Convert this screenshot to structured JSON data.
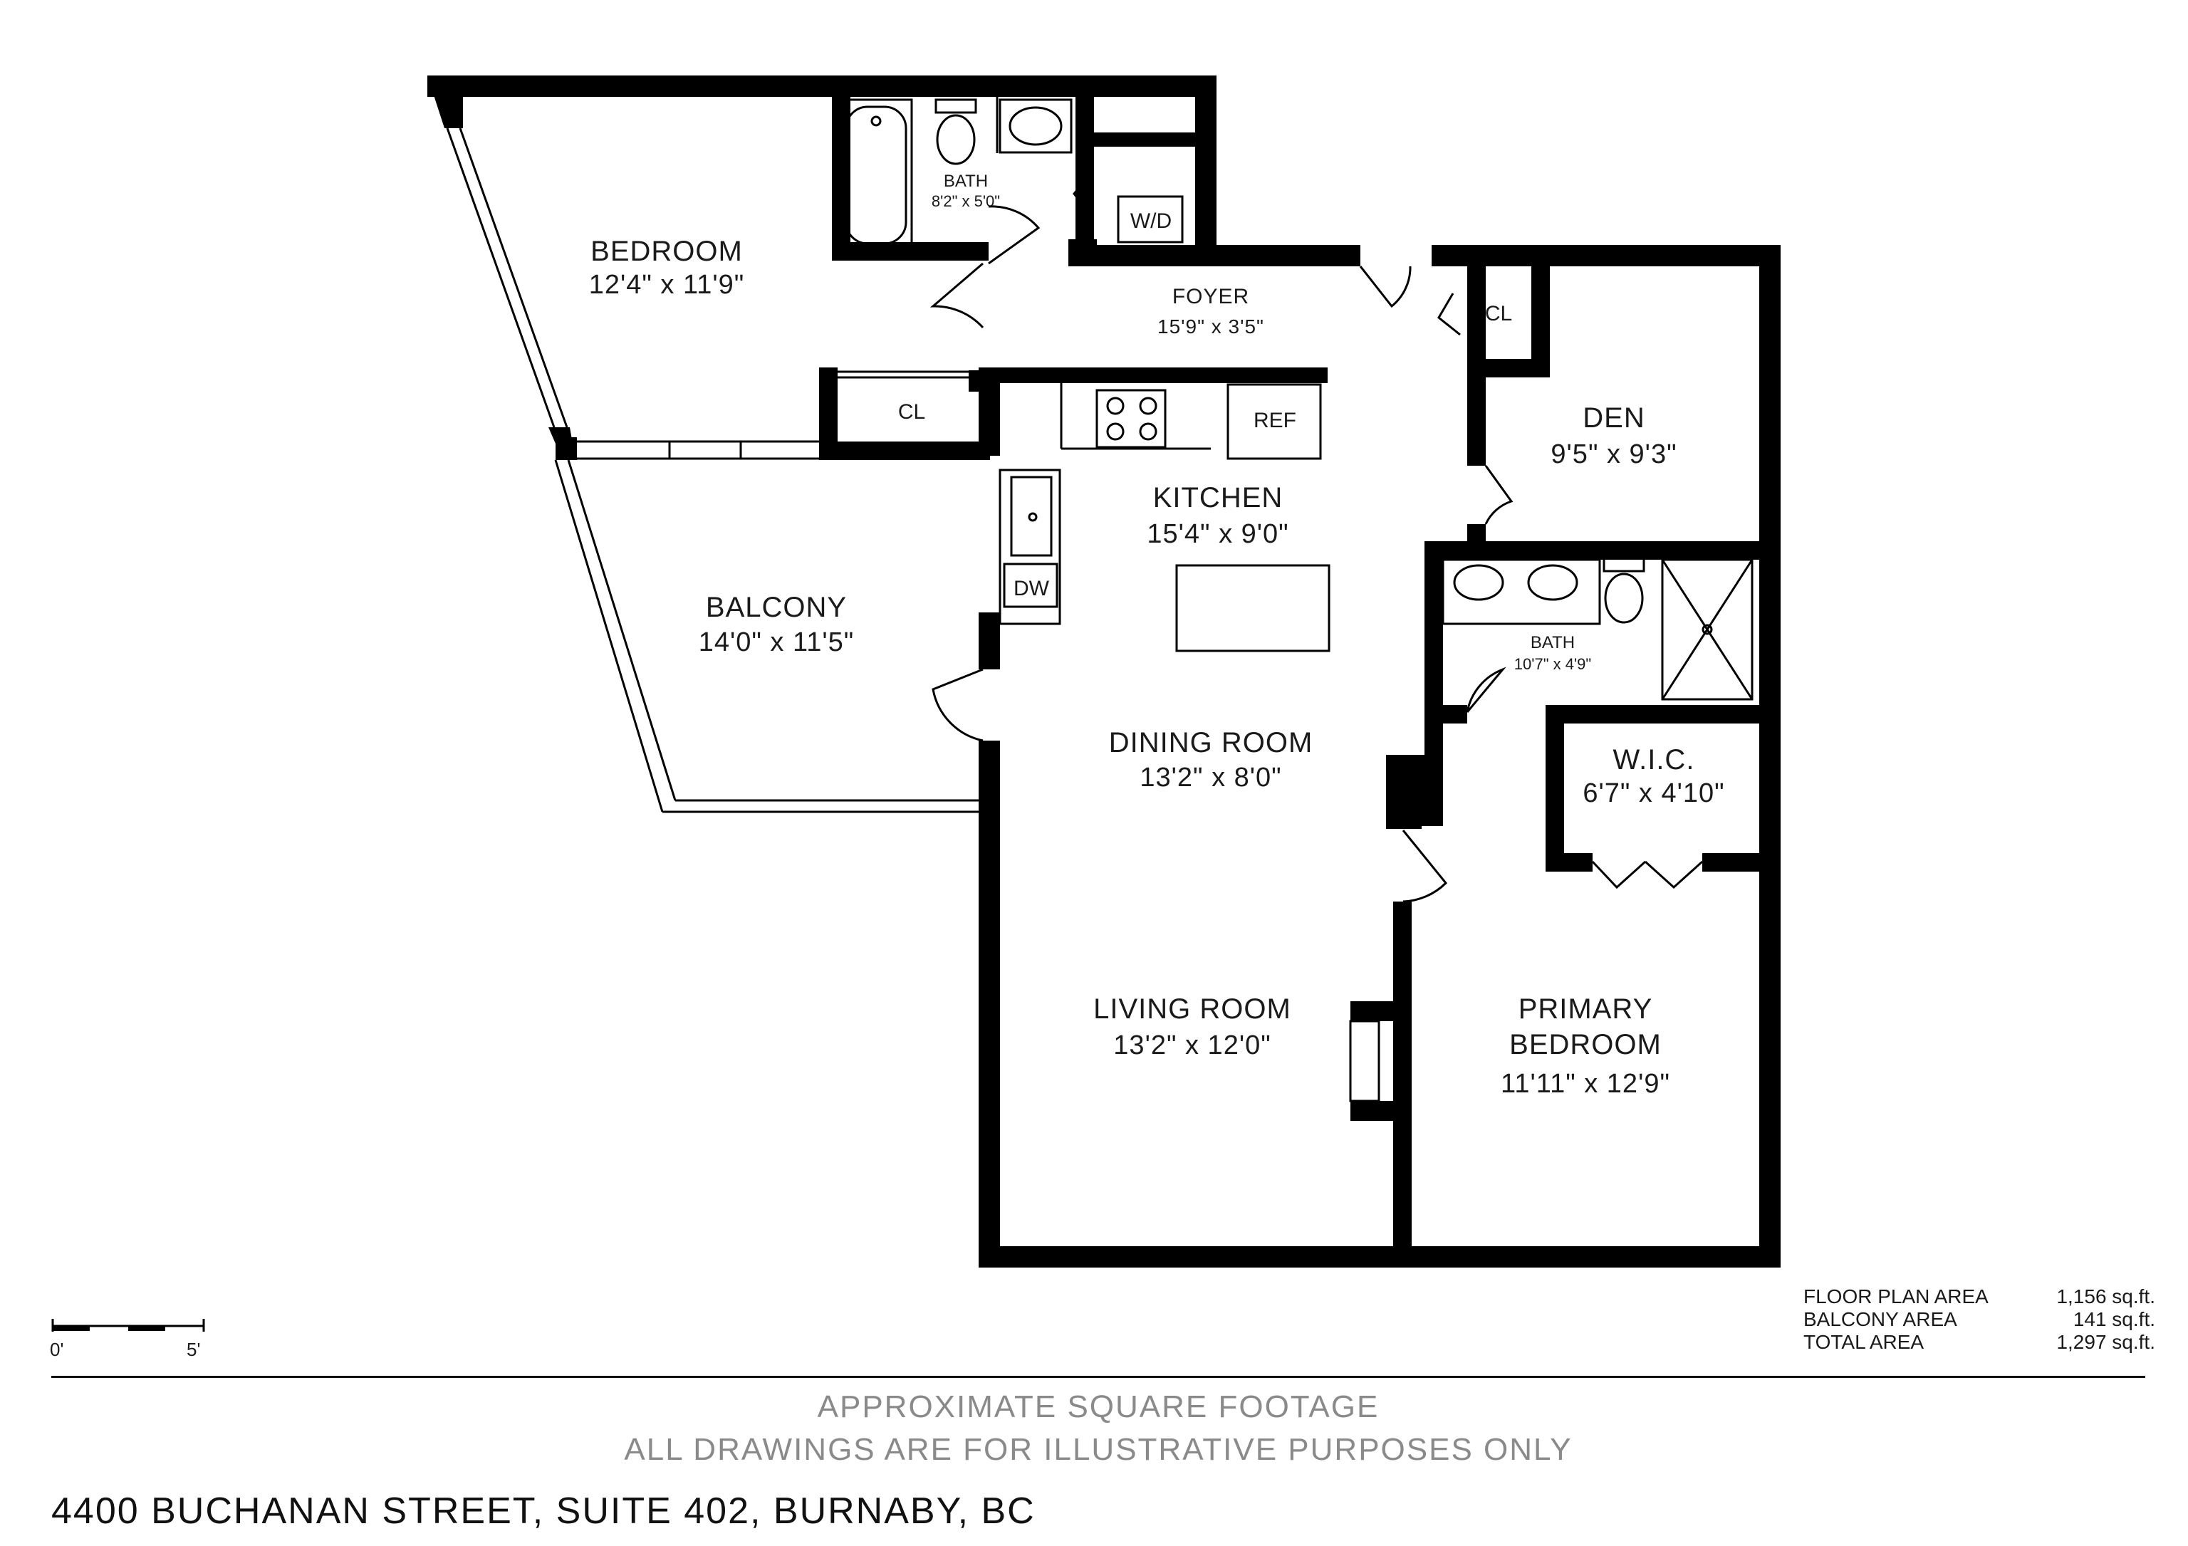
{
  "rooms": {
    "bedroom": {
      "name": "BEDROOM",
      "dim": "12'4\" x 11'9\""
    },
    "bath1": {
      "name": "BATH",
      "dim": "8'2\" x 5'0\""
    },
    "wd": {
      "name": "W/D"
    },
    "foyer": {
      "name": "FOYER",
      "dim": "15'9\" x 3'5\""
    },
    "cl_foyer": {
      "name": "CL"
    },
    "den": {
      "name": "DEN",
      "dim": "9'5\" x 9'3\""
    },
    "cl_bed": {
      "name": "CL"
    },
    "ref": {
      "name": "REF"
    },
    "kitchen": {
      "name": "KITCHEN",
      "dim": "15'4\" x 9'0\""
    },
    "dw": {
      "name": "DW"
    },
    "balcony": {
      "name": "BALCONY",
      "dim": "14'0\" x 11'5\""
    },
    "bath2": {
      "name": "BATH",
      "dim": "10'7\" x 4'9\""
    },
    "dining": {
      "name": "DINING ROOM",
      "dim": "13'2\" x 8'0\""
    },
    "wic": {
      "name": "W.I.C.",
      "dim": "6'7\" x 4'10\""
    },
    "living": {
      "name": "LIVING ROOM",
      "dim": "13'2\" x 12'0\""
    },
    "primary": {
      "name1": "PRIMARY",
      "name2": "BEDROOM",
      "dim": "11'11\" x 12'9\""
    }
  },
  "areas": [
    {
      "label": "FLOOR PLAN AREA",
      "value": "1,156 sq.ft."
    },
    {
      "label": "BALCONY AREA",
      "value": "141 sq.ft."
    },
    {
      "label": "TOTAL AREA",
      "value": "1,297 sq.ft."
    }
  ],
  "scale": {
    "start": "0'",
    "end": "5'"
  },
  "notes": {
    "line1": "APPROXIMATE SQUARE FOOTAGE",
    "line2": "ALL DRAWINGS ARE FOR ILLUSTRATIVE PURPOSES ONLY"
  },
  "address": "4400 BUCHANAN STREET, SUITE 402, BURNABY, BC"
}
